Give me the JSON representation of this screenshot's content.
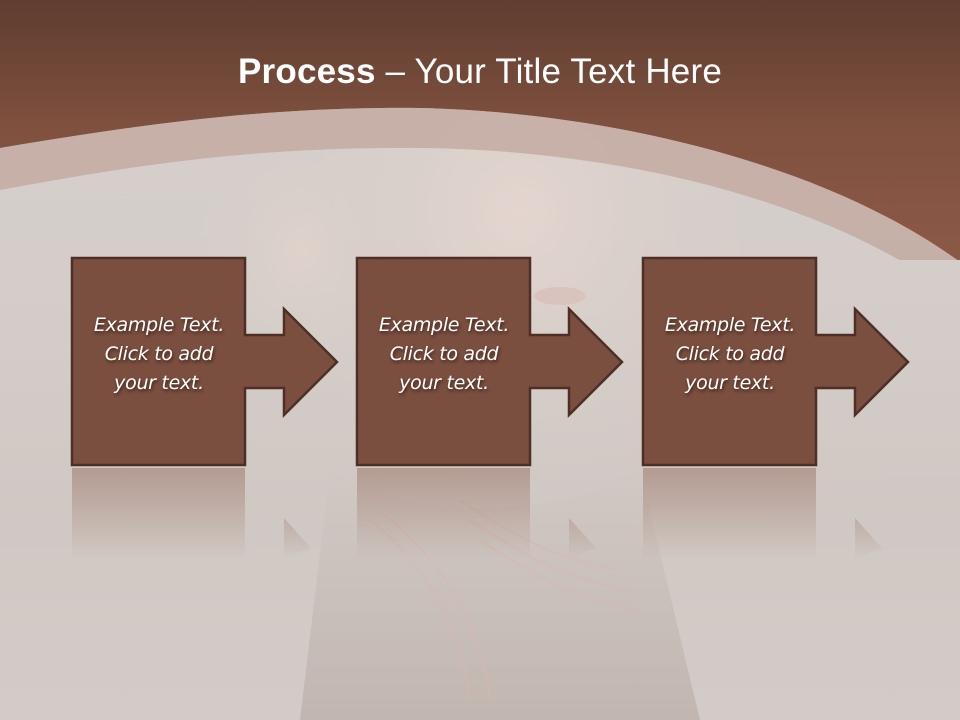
{
  "slide": {
    "title_bold": "Process",
    "title_rest": " – Your Title Text Here",
    "colors": {
      "header_top": "#5f3d30",
      "header_bottom": "#8b5846",
      "shape_fill": "#7a4f40",
      "shape_border": "#4e2f25",
      "background": "#d5cec9",
      "text": "#ffffff"
    }
  },
  "steps": [
    {
      "line1": "Example Text.",
      "line2": "Click  to add",
      "line3": "your text."
    },
    {
      "line1": "Example Text.",
      "line2": "Click  to add",
      "line3": "your text."
    },
    {
      "line1": "Example Text.",
      "line2": "Click  to add",
      "line3": "your text."
    }
  ]
}
